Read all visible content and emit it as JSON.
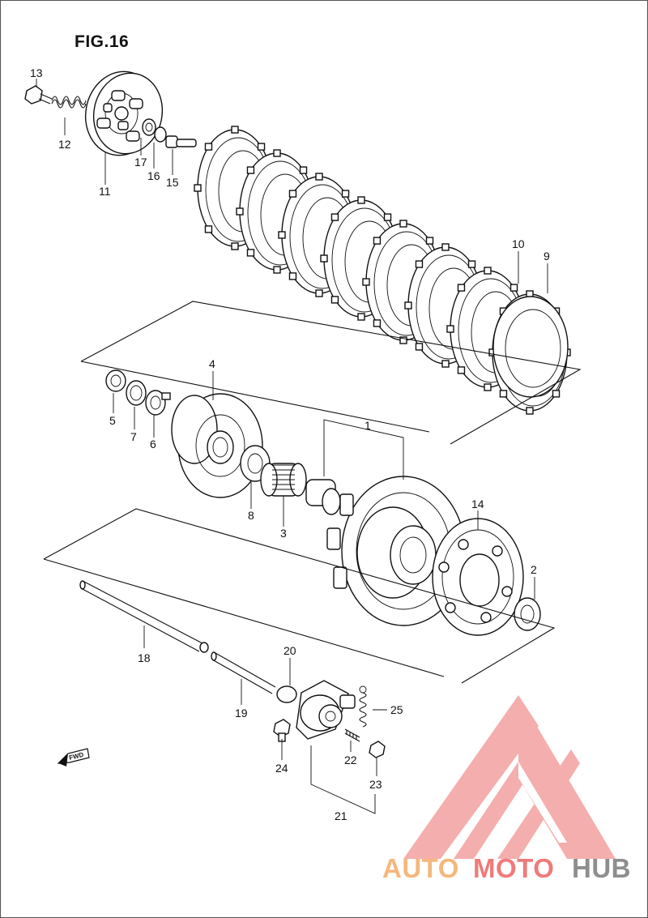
{
  "figure": {
    "title": "FIG.16"
  },
  "part_numbers": {
    "p1": "1",
    "p2": "2",
    "p3": "3",
    "p4": "4",
    "p5": "5",
    "p6": "6",
    "p7": "7",
    "p8": "8",
    "p9": "9",
    "p10": "10",
    "p11": "11",
    "p12": "12",
    "p13": "13",
    "p14": "14",
    "p15": "15",
    "p16": "16",
    "p17": "17",
    "p18": "18",
    "p19": "19",
    "p20": "20",
    "p21": "21",
    "p22": "22",
    "p23": "23",
    "p24": "24",
    "p25": "25"
  },
  "fwd_indicator": {
    "label": "FWD",
    "icon": "arrow-left-icon"
  },
  "watermark": {
    "part1": "AUTO",
    "part2": "MOTO",
    "part3": "HUB",
    "colors": {
      "orange": "#f4b87c",
      "red": "#f07a7a",
      "gray": "#8e8e8e",
      "logo": "#f3a0a0"
    }
  }
}
